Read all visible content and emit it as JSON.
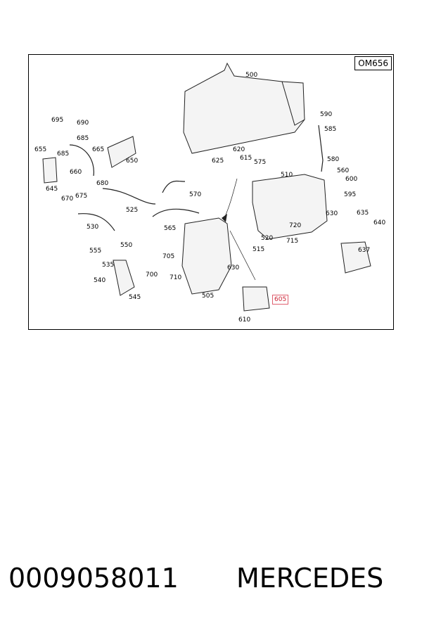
{
  "diagram": {
    "engine_code": "OM656",
    "labels": [
      "500",
      "505",
      "510",
      "515",
      "520",
      "525",
      "530",
      "535",
      "540",
      "545",
      "550",
      "555",
      "560",
      "565",
      "570",
      "575",
      "580",
      "585",
      "590",
      "595",
      "600",
      "605",
      "610",
      "615",
      "620",
      "625",
      "630",
      "630",
      "635",
      "637",
      "640",
      "645",
      "650",
      "655",
      "660",
      "665",
      "670",
      "675",
      "680",
      "685",
      "685",
      "690",
      "695",
      "700",
      "705",
      "710",
      "715",
      "720"
    ],
    "highlighted": "605"
  },
  "footer": {
    "part_number": "0009058011",
    "brand": "MERCEDES"
  }
}
